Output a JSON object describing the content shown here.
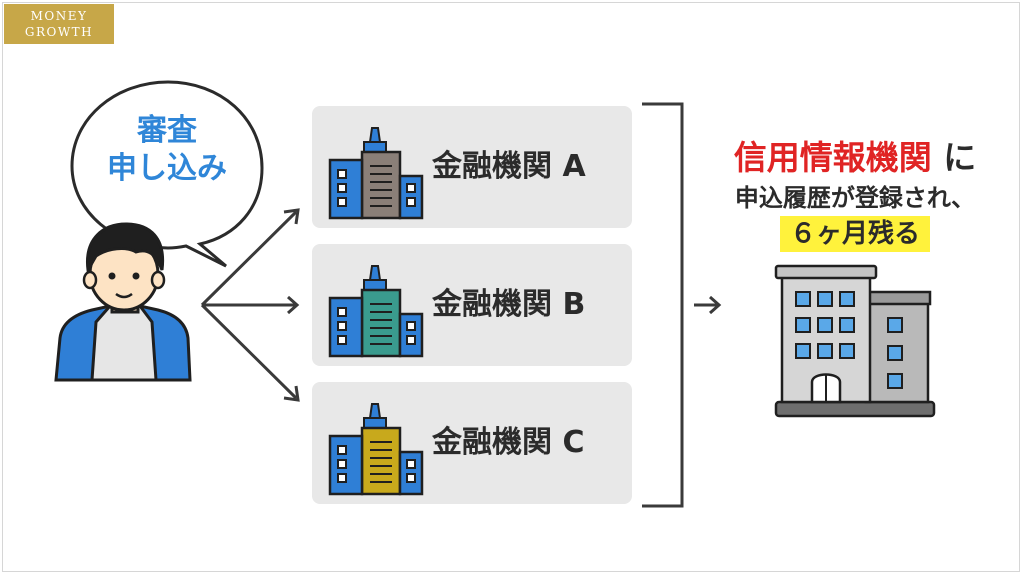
{
  "logo": {
    "line1": "MONEY",
    "line2": "GROWTH"
  },
  "bubble": {
    "line1": "審査",
    "line2": "申し込み"
  },
  "banks": [
    {
      "label": "金融機関 A",
      "tower_color": "#8a7f78"
    },
    {
      "label": "金融機関 B",
      "tower_color": "#3a9b8e"
    },
    {
      "label": "金融機関 C",
      "tower_color": "#c8a91c"
    }
  ],
  "info": {
    "line1_red": "信用情報機関",
    "line1_suffix": "に",
    "line2": "申込履歴が登録され、",
    "line3": "６ヶ月残る"
  },
  "colors": {
    "accent_blue": "#2f86d8",
    "accent_red": "#e02424",
    "highlight_yellow": "#fff23c",
    "logo_gold": "#c7a748",
    "card_gray": "#e8e8e8",
    "building_blue": "#2f7fd6"
  }
}
